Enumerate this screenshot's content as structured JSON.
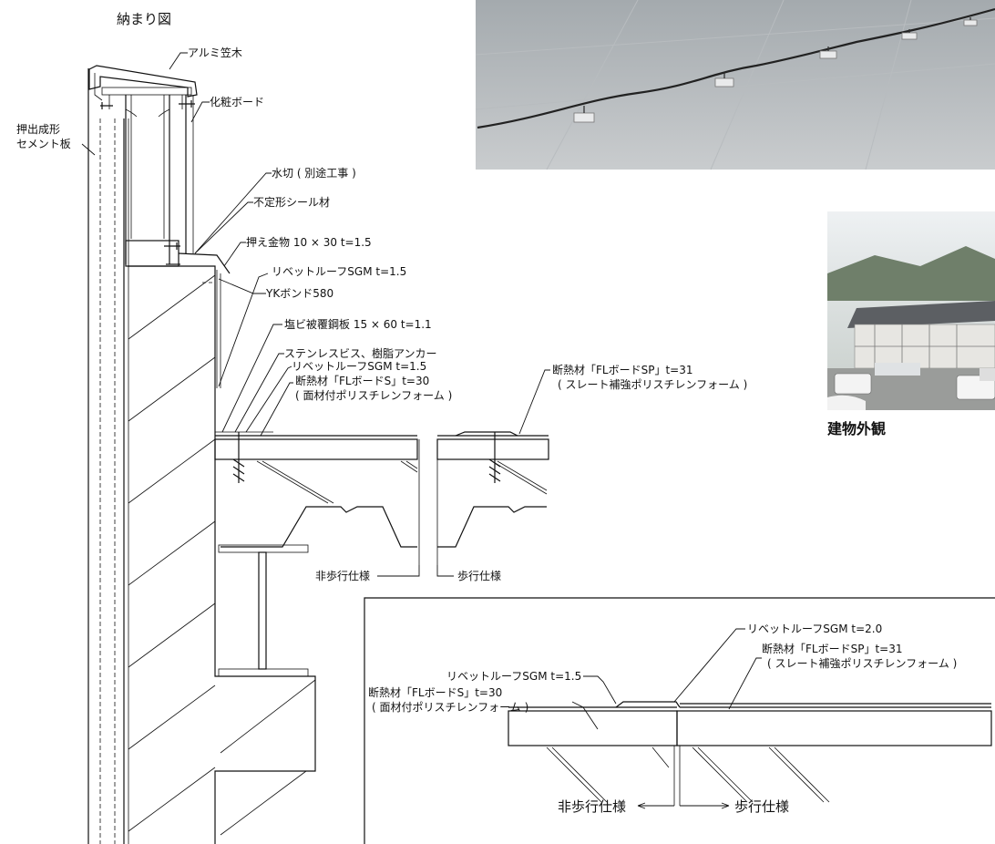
{
  "title": "納まり図",
  "labels": {
    "cap_alumi": "アルミ笠木",
    "cement_1": "押出成形",
    "cement_2": "セメント板",
    "cosmetic_board": "化粧ボード",
    "mizukiri": "水切 ( 別途工事 )",
    "seal": "不定形シール材",
    "osae": "押え金物 10 × 30 t=1.5",
    "rivet_15a": "リベットルーフSGM t=1.5",
    "yk_bond": "YKボンド580",
    "pvc_steel": "塩ビ被覆鋼板 15 × 60 t=1.1",
    "screw": "ステンレスビス、樹脂アンカー",
    "rivet_15b": "リベットルーフSGM t=1.5",
    "insul_s_1": "断熱材「FLボードS」t=30",
    "insul_s_2": "( 面材付ポリスチレンフォーム )",
    "insul_sp_1": "断熱材「FLボードSP」t=31",
    "insul_sp_2": "( スレート補強ポリスチレンフォーム )",
    "non_walk": "非歩行仕様",
    "walk": "歩行仕様",
    "building_caption": "建物外観"
  },
  "detail": {
    "rivet_15": "リベットルーフSGM t=1.5",
    "rivet_20": "リベットルーフSGM t=2.0",
    "insul_s_1": "断熱材「FLボードS」t=30",
    "insul_s_2": "( 面材付ポリスチレンフォーム )",
    "insul_sp_1": "断熱材「FLボードSP」t=31",
    "insul_sp_2": "( スレート補強ポリスチレンフォーム )",
    "non_walk": "非歩行仕様",
    "walk": "歩行仕様"
  }
}
